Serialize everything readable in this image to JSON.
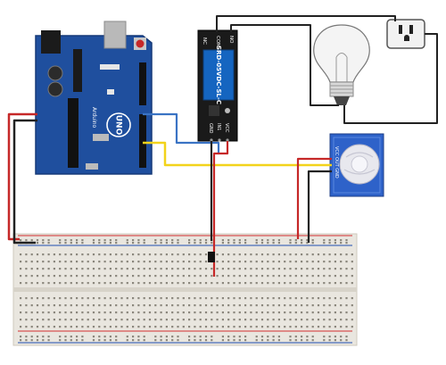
{
  "arduino": {
    "brand": "Arduino",
    "model": "UNO"
  },
  "relay": {
    "pin_no": "NO",
    "pin_com": "COM",
    "pin_nc": "NC",
    "coil_text": "SRD-05VDC-SL-C",
    "pin_gnd": "GND",
    "pin_in1": "IN1",
    "pin_vcc": "VCC"
  },
  "pir": {
    "pin_labels": "VCC OUT GND"
  },
  "colors": {
    "board_blue": "#1f4f9e",
    "relay_blue": "#1565c0",
    "wire_red": "#c62828",
    "wire_black": "#222222",
    "wire_yellow": "#f2d31b",
    "wire_blue": "#3a73c4",
    "breadboard": "#e9e6df",
    "rail_red": "#d32f2f",
    "rail_blue": "#1e4fb0"
  }
}
